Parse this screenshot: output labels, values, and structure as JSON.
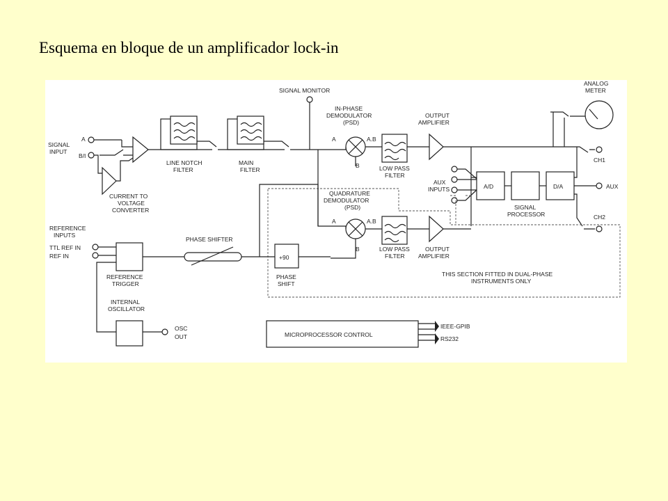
{
  "page": {
    "title": "Esquema en bloque de un amplificador lock-in"
  },
  "labels": {
    "signal_input": [
      "SIGNAL",
      "INPUT"
    ],
    "input_a": "A",
    "input_bi": "B/I",
    "current_to_voltage": [
      "CURRENT TO",
      "VOLTAGE",
      "CONVERTER"
    ],
    "line_notch_filter": [
      "LINE NOTCH",
      "FILTER"
    ],
    "main_filter": [
      "MAIN",
      "FILTER"
    ],
    "signal_monitor": "SIGNAL MONITOR",
    "inphase_demod": [
      "IN-PHASE",
      "DEMODULATOR",
      "(PSD)"
    ],
    "quad_demod": [
      "QUADRATURE",
      "DEMODULATOR",
      "(PSD)"
    ],
    "psd_a": "A",
    "psd_b": "B",
    "psd_ab": "A.B",
    "low_pass_filter": [
      "LOW PASS",
      "FILTER"
    ],
    "output_amplifier": [
      "OUTPUT",
      "AMPLIFIER"
    ],
    "analog_meter": [
      "ANALOG",
      "METER"
    ],
    "ch1": "CH1",
    "ch2": "CH2",
    "aux": "AUX",
    "aux_inputs": [
      "AUX",
      "INPUTS"
    ],
    "ad": "A/D",
    "da": "D/A",
    "signal_processor": [
      "SIGNAL",
      "PROCESSOR"
    ],
    "reference_inputs": [
      "REFERENCE",
      "INPUTS"
    ],
    "ttl_ref_in": "TTL REF IN",
    "ref_in": "REF IN",
    "reference_trigger": [
      "REFERENCE",
      "TRIGGER"
    ],
    "phase_shifter": "PHASE SHIFTER",
    "plus90": "+90",
    "phase_shift": [
      "PHASE",
      "SHIFT"
    ],
    "dual_phase_note": [
      "THIS SECTION FITTED IN DUAL-PHASE",
      "INSTRUMENTS ONLY"
    ],
    "internal_oscillator": [
      "INTERNAL",
      "OSCILLATOR"
    ],
    "osc_out": [
      "OSC",
      "OUT"
    ],
    "microprocessor": "MICROPROCESSOR   CONTROL",
    "ieee_gpib": "IEEE-GPIB",
    "rs232": "RS232"
  }
}
